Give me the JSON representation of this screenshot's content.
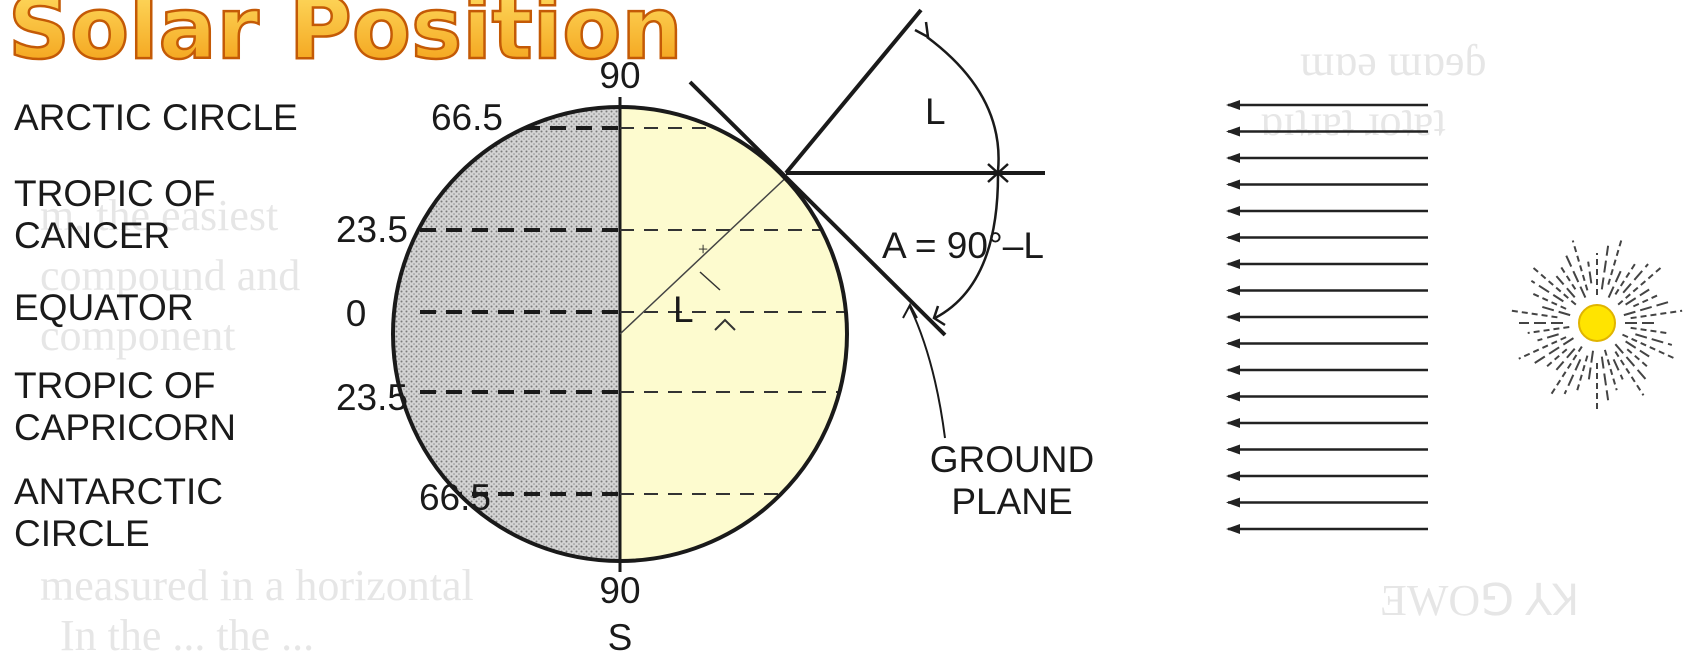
{
  "title": "Solar Position",
  "latitude_rows": [
    {
      "name_lines": [
        "ARCTIC CIRCLE"
      ],
      "degrees": "66.5"
    },
    {
      "name_lines": [
        "TROPIC OF",
        "CANCER"
      ],
      "degrees": "23.5"
    },
    {
      "name_lines": [
        "EQUATOR"
      ],
      "degrees": "0"
    },
    {
      "name_lines": [
        "TROPIC OF",
        "CAPRICORN"
      ],
      "degrees": "23.5"
    },
    {
      "name_lines": [
        "ANTARCTIC",
        "CIRCLE"
      ],
      "degrees": "66.5"
    }
  ],
  "pole_top": "90",
  "pole_bottom": "90",
  "pole_bottom_letter": "S",
  "angle_label_L": "L",
  "angle_label_A": "A = 90°–L",
  "inner_angle_label": "L",
  "ground_plane_label": [
    "GROUND",
    "PLANE"
  ],
  "colors": {
    "title_fill": "#f6b81c",
    "title_stroke": "#c45a06",
    "day_side": "#fdfbcf",
    "night_side": "#cfcfcf",
    "sun": "#ffe400"
  },
  "icons": {
    "sun": "sun-icon",
    "rays": "solar-ray-arrows"
  }
}
